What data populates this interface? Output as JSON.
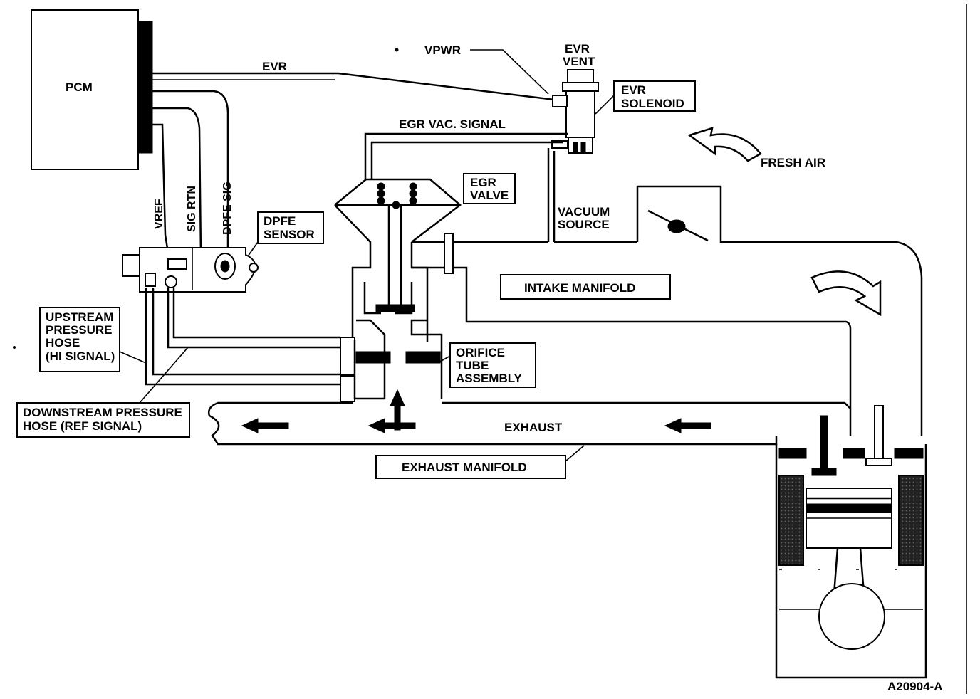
{
  "labels": {
    "pcm": "PCM",
    "evr_wire": "EVR",
    "vpwr": "VPWR",
    "evr_vent_1": "EVR",
    "evr_vent_2": "VENT",
    "evr_solenoid_1": "EVR",
    "evr_solenoid_2": "SOLENOID",
    "egr_vac_signal": "EGR VAC. SIGNAL",
    "fresh_air": "FRESH AIR",
    "egr_valve_1": "EGR",
    "egr_valve_2": "VALVE",
    "vacuum_source_1": "VACUUM",
    "vacuum_source_2": "SOURCE",
    "vref": "VREF",
    "sig_rtn": "SIG RTN",
    "dpfe_sig": "DPFE SIG",
    "dpfe_sensor_1": "DPFE",
    "dpfe_sensor_2": "SENSOR",
    "intake_manifold": "INTAKE MANIFOLD",
    "upstream_1": "UPSTREAM",
    "upstream_2": "PRESSURE",
    "upstream_3": "HOSE",
    "upstream_4": "(HI SIGNAL)",
    "orifice_1": "ORIFICE",
    "orifice_2": "TUBE",
    "orifice_3": "ASSEMBLY",
    "downstream_1": "DOWNSTREAM PRESSURE",
    "downstream_2": "HOSE (REF SIGNAL)",
    "exhaust": "EXHAUST",
    "exhaust_manifold": "EXHAUST MANIFOLD",
    "figure_id": "A20904-A"
  }
}
